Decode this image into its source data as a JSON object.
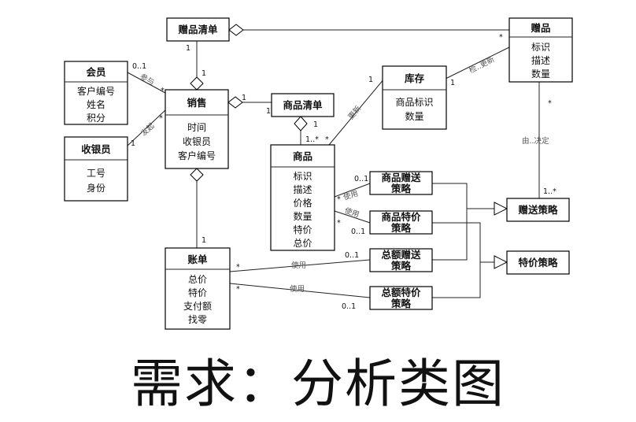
{
  "classes": {
    "gift_list": {
      "name": "赠品清单",
      "attrs": []
    },
    "gift": {
      "name": "赠品",
      "attrs": [
        "标识",
        "描述",
        "数量"
      ]
    },
    "member": {
      "name": "会员",
      "attrs": [
        "客户编号",
        "姓名",
        "积分"
      ]
    },
    "sale": {
      "name": "销售",
      "attrs": [
        "时间",
        "收银员",
        "客户编号"
      ]
    },
    "product_list": {
      "name": "商品清单",
      "attrs": []
    },
    "inventory": {
      "name": "库存",
      "attrs": [
        "商品标识",
        "数量"
      ]
    },
    "cashier": {
      "name": "收银员",
      "attrs": [
        "工号",
        "身份"
      ]
    },
    "product": {
      "name": "商品",
      "attrs": [
        "标识",
        "描述",
        "价格",
        "数量",
        "特价",
        "总价"
      ]
    },
    "product_gift_strategy": {
      "name_lines": [
        "商品赠送",
        "策略"
      ]
    },
    "product_special_strategy": {
      "name_lines": [
        "商品特价",
        "策略"
      ]
    },
    "gift_strategy": {
      "name": "赠送策略"
    },
    "special_strategy": {
      "name": "特价策略"
    },
    "bill": {
      "name": "账单",
      "attrs": [
        "总价",
        "特价",
        "支付额",
        "找零"
      ]
    },
    "total_gift_strategy": {
      "name_lines": [
        "总额赠送",
        "策略"
      ]
    },
    "total_special_strategy": {
      "name_lines": [
        "总额特价",
        "策略"
      ]
    }
  },
  "labels": {
    "participate": "参与",
    "initiate": "发起",
    "update": "更新",
    "check_update": "检..更新",
    "decide": "由..决定",
    "use": "使用"
  },
  "multiplicities": {
    "one": "1",
    "zero_one": "0..1",
    "star": "*",
    "one_many": "1..*"
  },
  "caption": "需求：分析类图"
}
